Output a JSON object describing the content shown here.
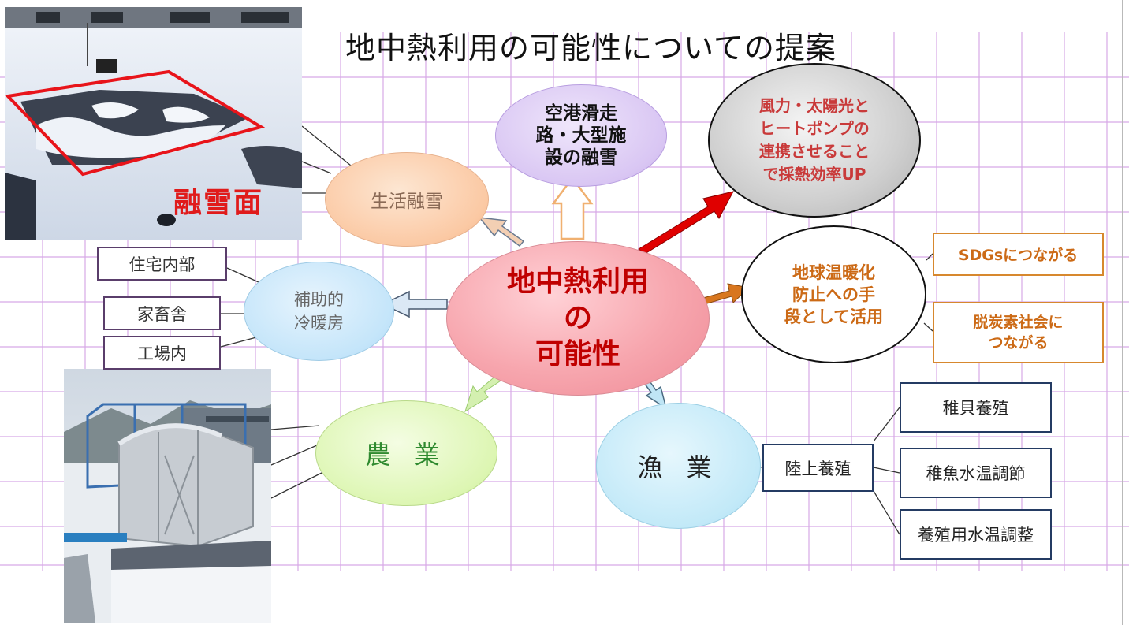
{
  "title": "地中熱利用の可能性についての提案",
  "center": {
    "lines": [
      "地中熱利用",
      "の",
      "可能性"
    ]
  },
  "nodes": {
    "seikatsu": "生活融雪",
    "kuko": [
      "空港滑走",
      "路・大型施",
      "設の融雪"
    ],
    "furyoku": [
      "風力・太陽光と",
      "ヒートポンプの",
      "連携させること",
      "で採熱効率UP"
    ],
    "hojo": [
      "補助的",
      "冷暖房"
    ],
    "chikyu": [
      "地球温暖化",
      "防止への手",
      "段として活用"
    ],
    "nogyo": "農 業",
    "gyogyo": "漁 業"
  },
  "boxes": {
    "jutaku": "住宅内部",
    "kachiku": "家畜舎",
    "kojo": "工場内",
    "sdgs": "SDGsにつながる",
    "datsu": [
      "脱炭素社会に",
      "つながる"
    ],
    "rikujo": "陸上養殖",
    "chikai": "稚貝養殖",
    "chigyo": "稚魚水温調節",
    "yoshoku": "養殖用水温調整"
  },
  "photo_label": "融雪面",
  "colors": {
    "grid": "#d7a9e6",
    "center_text": "#c00000",
    "red_arrow": "#e00000",
    "orange_arrow": "#d8761e",
    "photo_label": "#e01b1b"
  }
}
